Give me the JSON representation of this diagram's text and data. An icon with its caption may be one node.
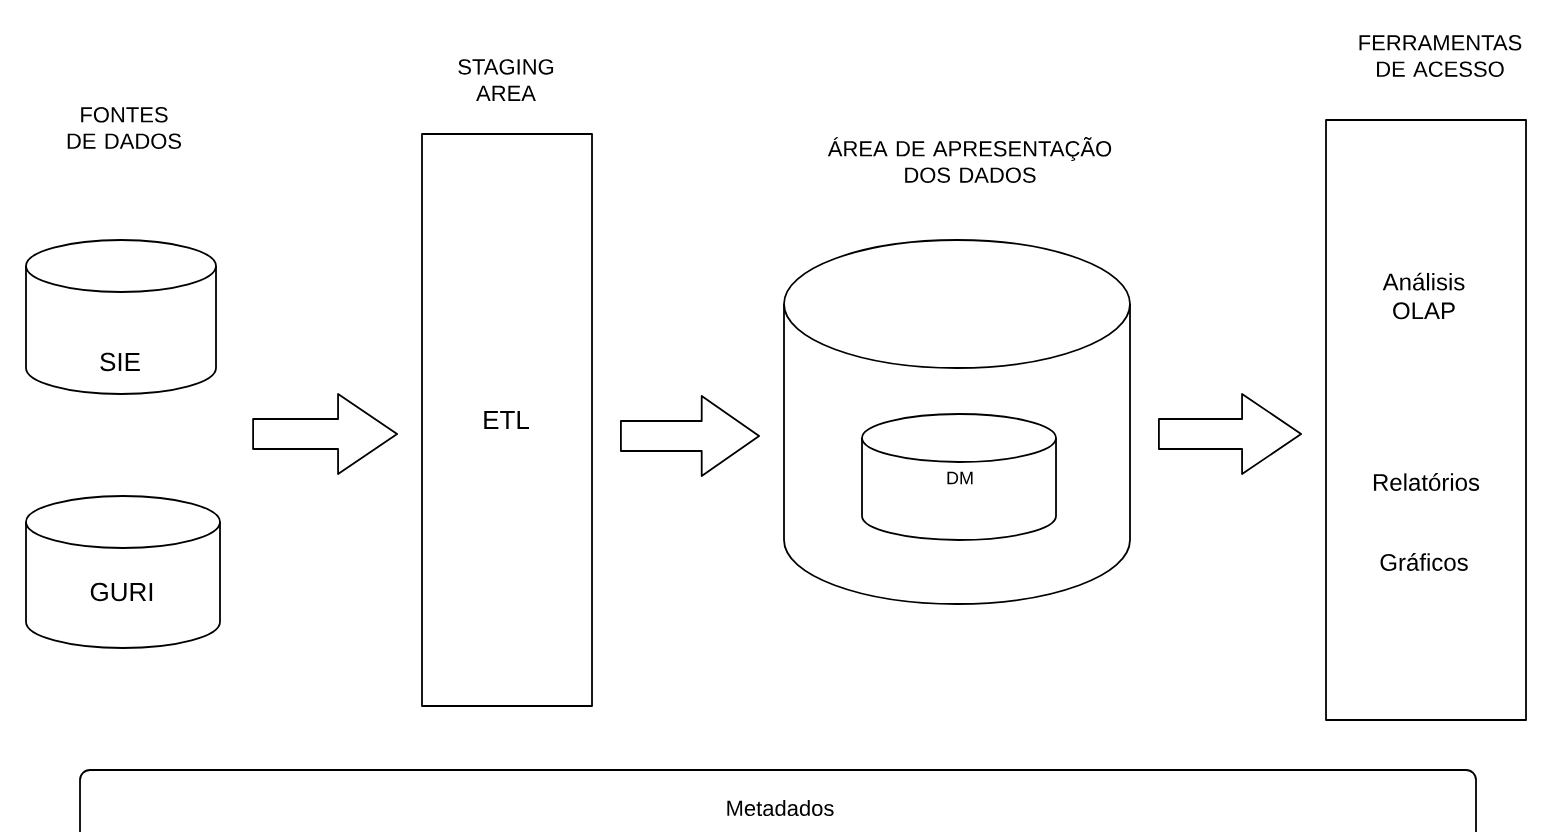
{
  "diagram": {
    "nodes": [
      {
        "text": [
          "SIE"
        ]
      },
      {
        "text": [
          "GURI"
        ]
      },
      {
        "text": [
          "STAGING AREA",
          "ETL"
        ]
      },
      {
        "text": [
          "ÁREA DE APRESENTAÇÃO DOS DADOS"
        ]
      },
      {
        "text": [
          "DM"
        ],
        "in": 3
      },
      {
        "text": [
          "FERRAMENTAS DE ACESSO",
          "Análisis OLAP",
          "Relatórios",
          "Gráficos"
        ]
      },
      {
        "text": [
          "Metadados"
        ]
      }
    ],
    "edges": [
      {
        "from": null,
        "to": 2,
        "arrow": "to"
      },
      {
        "from": 2,
        "to": 3,
        "arrow": "to"
      },
      {
        "from": 3,
        "to": 5,
        "arrow": "to"
      }
    ],
    "labels": [
      "FONTES DE DADOS"
    ]
  }
}
